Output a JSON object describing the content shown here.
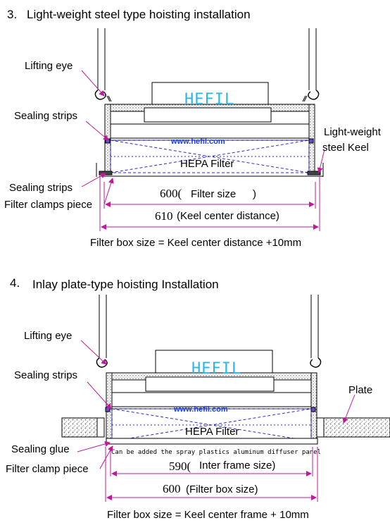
{
  "section3": {
    "number": "3.",
    "title": "Light-weight steel type hoisting   installation",
    "lifting_eye": "Lifting eye",
    "sealing_strips_top": "Sealing strips",
    "sealing_strips_bottom": "Sealing strips",
    "filter_clamps": "Filter clamps piece",
    "keel_line1": "Light-weight",
    "keel_line2": "steel Keel",
    "brand": "HEFIL",
    "url": "www.hefil.com",
    "hepa": "HEPA Filter",
    "dim_inner_num": "600(",
    "dim_inner_text": "Filter size",
    "dim_inner_close": ")",
    "dim_outer_num": "610",
    "dim_outer_text": "(Keel center distance)",
    "formula": "Filter box size = Keel center distance +10mm"
  },
  "section4": {
    "number": "4.",
    "title": "Inlay plate-type hoisting Installation",
    "lifting_eye": "Lifting eye",
    "sealing_strips": "Sealing strips",
    "plate": "Plate",
    "sealing_glue": "Sealing glue",
    "filter_clamp": "Filter clamp piece",
    "brand": "HEFIL",
    "url": "www.hefil.com",
    "hepa": "HEPA Filter",
    "diffuser": "Can be added the spray plastics aluminum diffuser panel",
    "dim_inner_num": "590(",
    "dim_inner_text": "Inter frame size)",
    "dim_outer_num": "600",
    "dim_outer_text": "(Filter box size)",
    "formula": "Filter box size = Keel center frame + 10mm"
  },
  "colors": {
    "leader": "#c2189c",
    "brand": "#29b6e8",
    "url": "#1f3fd0",
    "filter_dash": "#2a2ad0"
  }
}
